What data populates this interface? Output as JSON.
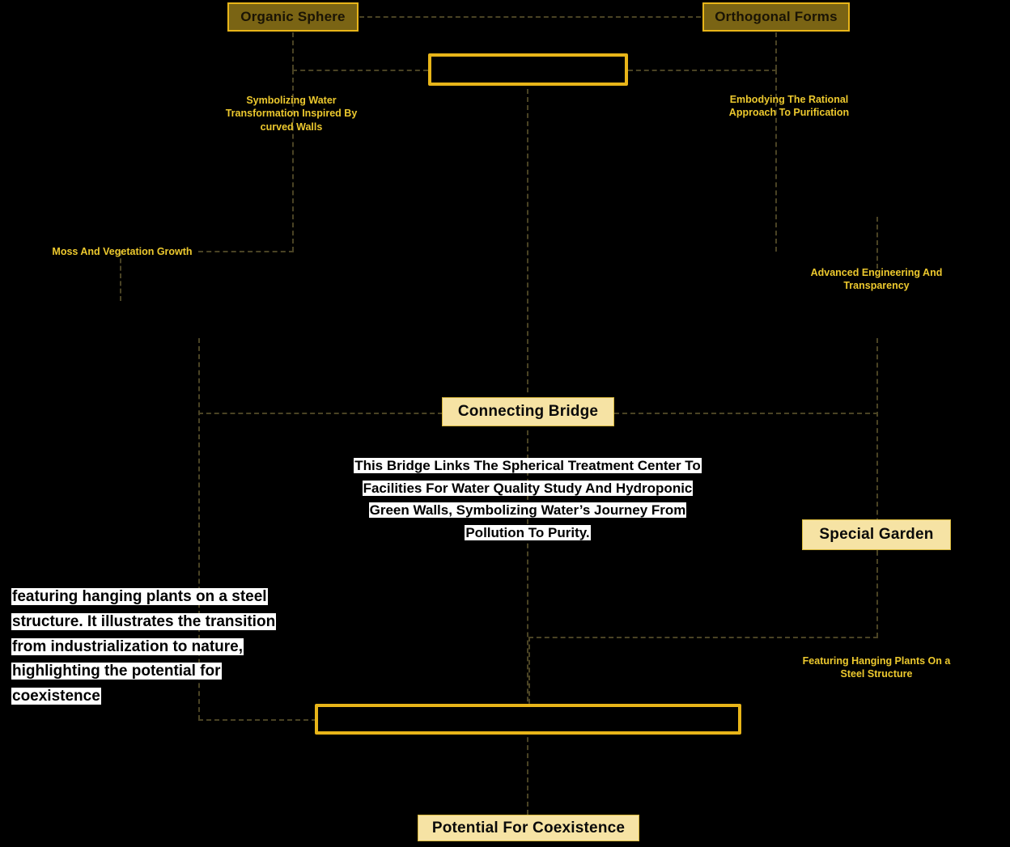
{
  "meta": {
    "background": "#000000",
    "accent_gold": "#e8b519",
    "caption_gold": "#edc92e",
    "chip_dark_fill": "#7a6414",
    "chip_light_fill": "#f6e3a4",
    "line_color": "#4a4324"
  },
  "nodes": {
    "organic_sphere": {
      "label": "Organic Sphere"
    },
    "orthogonal_forms": {
      "label": "Orthogonal Forms"
    },
    "top_center_box": {
      "label": ""
    },
    "connecting_bridge": {
      "label": "Connecting Bridge"
    },
    "special_garden": {
      "label": "Special Garden"
    },
    "bottom_center_box": {
      "label": ""
    },
    "potential_for_coexistence": {
      "label": "Potential For Coexistence"
    }
  },
  "captions": {
    "symbolizing_water": {
      "lines": [
        "Symbolizing Water",
        "Transformation Inspired By",
        "curved Walls"
      ]
    },
    "embodying_rational": {
      "lines": [
        "Embodying The Rational",
        "Approach To Purification"
      ]
    },
    "moss_vegetation": {
      "lines": [
        "Moss And Vegetation Growth"
      ]
    },
    "advanced_engineering": {
      "lines": [
        "Advanced Engineering And",
        "Transparency"
      ]
    },
    "featuring_hanging_plants": {
      "lines": [
        "Featuring Hanging Plants On a",
        "Steel Structure"
      ]
    }
  },
  "paragraphs": {
    "bridge_description": {
      "lines": [
        "This Bridge Links The Spherical Treatment Center To",
        "Facilities For Water Quality Study And Hydroponic",
        "Green Walls, Symbolizing Water’s Journey From",
        "Pollution To Purity."
      ]
    },
    "garden_description": {
      "lines": [
        "featuring hanging plants on a steel",
        "structure. It illustrates the transition",
        "from industrialization to nature,",
        "highlighting the potential for",
        "coexistence"
      ]
    }
  }
}
